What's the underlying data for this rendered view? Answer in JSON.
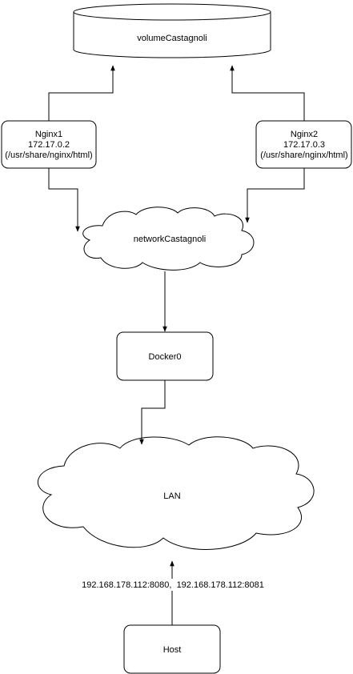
{
  "nodes": {
    "volume": {
      "label": "volumeCastagnoli"
    },
    "nginx1": {
      "lines": [
        "Nginx1",
        "172.17.0.2",
        "(/usr/share/nginx/html)"
      ]
    },
    "nginx2": {
      "lines": [
        "Nginx2",
        "172.17.0.3",
        "(/usr/share/nginx/html)"
      ]
    },
    "network": {
      "label": "networkCastagnoli"
    },
    "docker0": {
      "label": "Docker0"
    },
    "lan": {
      "label": "LAN"
    },
    "host": {
      "label": "Host"
    }
  },
  "edges": {
    "host_to_lan": {
      "label": "192.168.178.112:8080,  192.168.178.112:8081"
    }
  }
}
